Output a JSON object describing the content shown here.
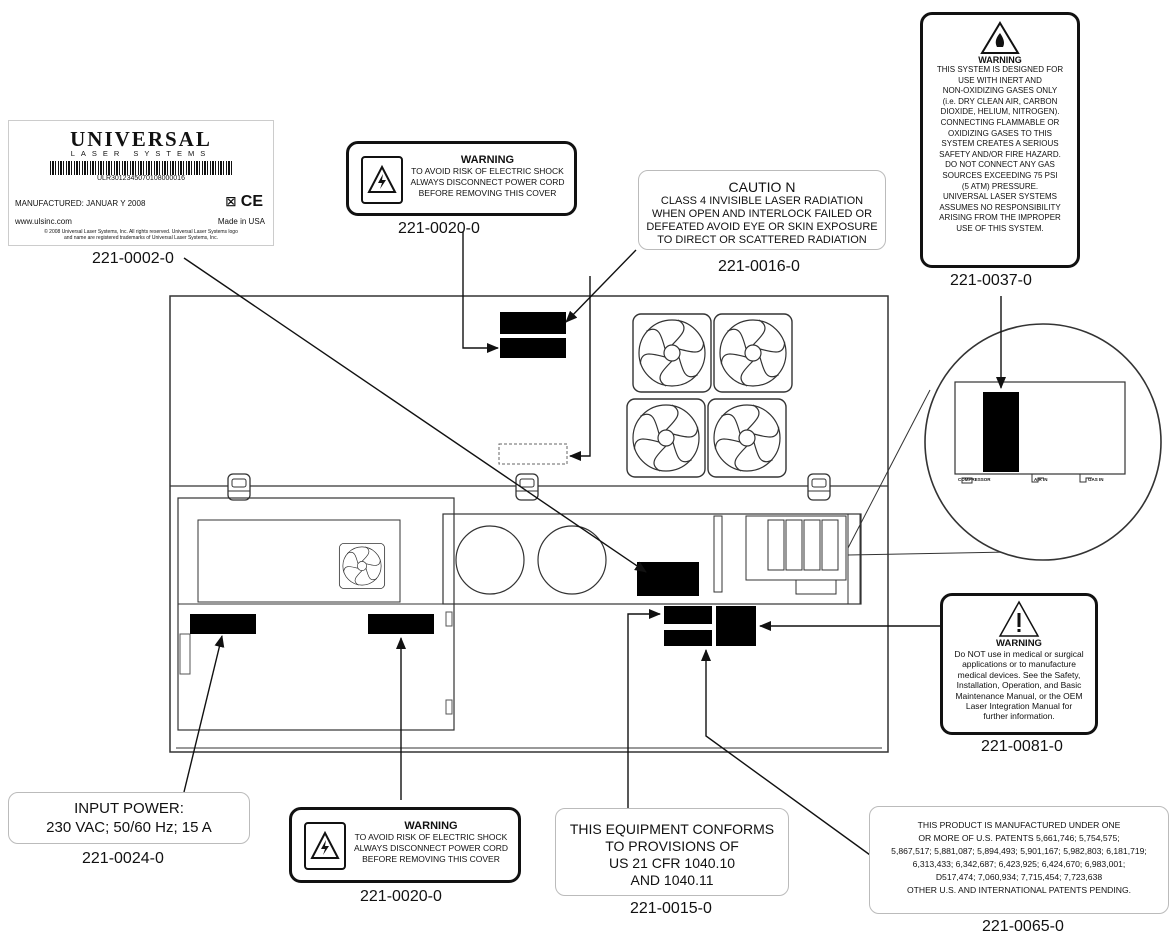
{
  "label_0002": {
    "brand": "UNIVERSAL",
    "brand_sub": "LASER SYSTEMS",
    "barcode_number": "ULR3012345070108000016",
    "manufactured": "MANUFACTURED: JANUAR  Y 2008",
    "website": "www.ulsinc.com",
    "made_in": "Made in USA",
    "marks": "CE",
    "copyright_1": "© 2008 Universal Laser Systems, Inc. All rights reserved. Universal Laser Systems logo",
    "copyright_2": "and name are registered trademarks of Universal Laser Systems, Inc.",
    "part_number": "221-0002-0"
  },
  "label_0020_top": {
    "title": "WARNING",
    "lines": [
      "TO AVOID RISK OF ELECTRIC SHOCK",
      "ALWAYS DISCONNECT POWER CORD",
      "BEFORE REMOVING THIS COVER"
    ],
    "part_number": "221-0020-0"
  },
  "label_0016": {
    "title": "CAUTIO  N",
    "lines": [
      "CLASS 4 INVISIBLE LASER RADIATION",
      "WHEN OPEN AND INTERLOCK FAILED OR",
      "DEFEATED AVOID EYE OR SKIN EXPOSURE",
      "TO DIRECT OR SCATTERED RADIATION"
    ],
    "part_number": "221-0016-0"
  },
  "label_0037": {
    "title": "WARNING",
    "lines": [
      "THIS SYSTEM IS DESIGNED FOR",
      "USE WITH INERT AND",
      "NON-OXIDIZING GASES ONLY",
      "(i.e. DRY CLEAN AIR, CARBON",
      "DIOXIDE, HELIUM, NITROGEN).",
      "CONNECTING FLAMMABLE OR",
      "OXIDIZING GASES TO THIS",
      "SYSTEM CREATES A SERIOUS",
      "SAFETY AND/OR FIRE HAZARD.",
      "DO NOT CONNECT ANY GAS",
      "SOURCES EXCEEDING 75 PSI",
      "(5 ATM) PRESSURE.",
      "UNIVERSAL LASER SYSTEMS",
      "ASSUMES NO RESPONSIBILITY",
      "ARISING FROM THE IMPROPER",
      "USE OF THIS SYSTEM."
    ],
    "part_number": "221-0037-0"
  },
  "label_0081": {
    "title": "WARNING",
    "lines": [
      "Do NOT  use in medical or surgical",
      "applications or to manufacture",
      "medical devices.  See the Safety,",
      "Installation, Operation, and Basic",
      "Maintenance Manual, or the OEM",
      "Laser Integration Manual for",
      "further information."
    ],
    "part_number": "221-0081-0"
  },
  "label_0024": {
    "lines": [
      "INPUT POWER:",
      "230 VAC; 50/60 Hz; 15 A"
    ],
    "part_number": "221-0024-0"
  },
  "label_0020_bottom": {
    "title": "WARNING",
    "lines": [
      "TO AVOID RISK OF ELECTRIC SHOCK",
      "ALWAYS DISCONNECT POWER CORD",
      "BEFORE REMOVING THIS COVER"
    ],
    "part_number": "221-0020-0"
  },
  "label_0015": {
    "lines": [
      "THIS EQUIPMENT CONFORMS",
      "TO PROVISIONS OF",
      "US 21 CFR 1040.10",
      "AND 1040.11"
    ],
    "part_number": "221-0015-0"
  },
  "label_0065": {
    "lines": [
      "THIS PRODUCT IS MANUFACTURED UNDER ONE",
      "OR MORE OF U.S. PATENTS 5,661,746; 5,754,575;",
      "5,867,517; 5,881,087; 5,894,493; 5,901,167; 5,982,803; 6,181,719;",
      "6,313,433; 6,342,687; 6,423,925; 6,424,670; 6,983,001;",
      "D517,474; 7,060,934; 7,715,454; 7,723,638",
      "OTHER U.S. AND INTERNATIONAL PATENTS PENDING."
    ],
    "part_number": "221-0065-0"
  },
  "detail": {
    "port_compressor": "COMPRESSOR",
    "port_air_in": "AIR IN",
    "port_gas_in": "GAS IN"
  }
}
